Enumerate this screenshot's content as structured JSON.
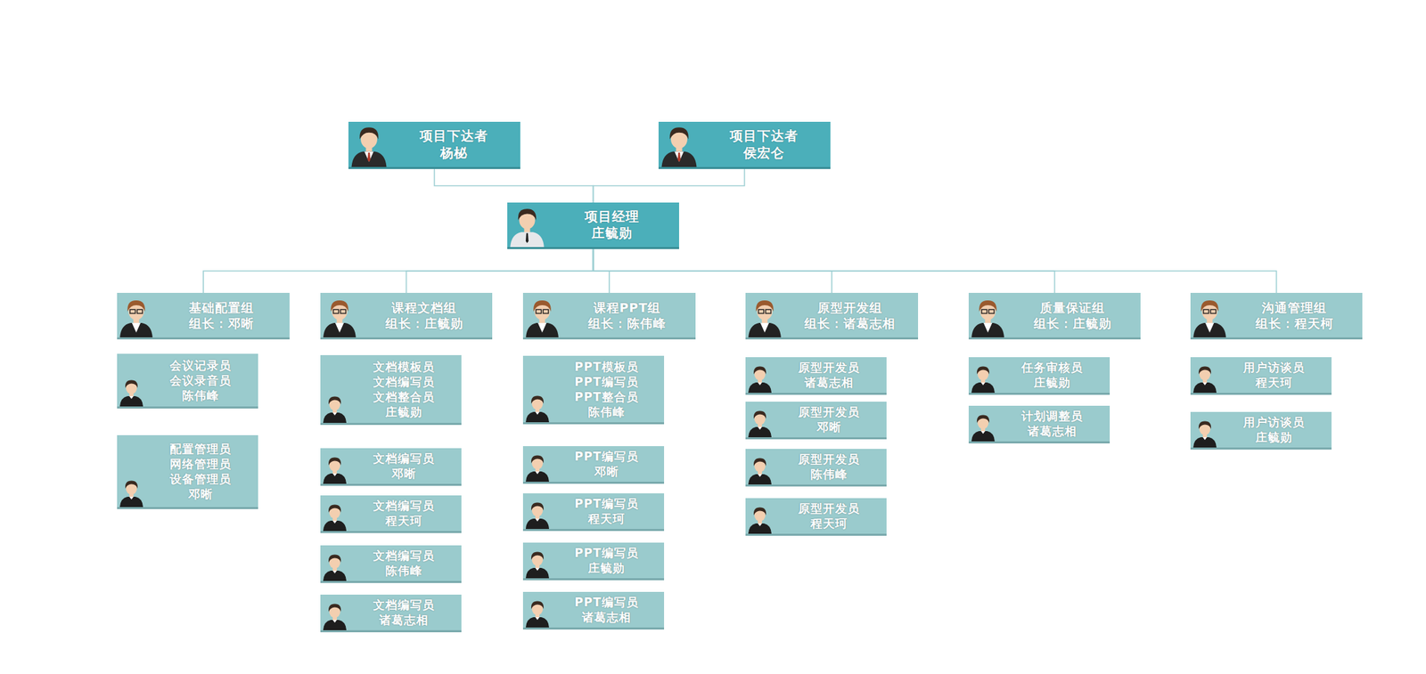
{
  "diagram": {
    "nodes": [
      {
        "text": [
          "项目下达者",
          "杨柲"
        ]
      },
      {
        "text": [
          "项目下达者",
          "侯宏仑"
        ]
      },
      {
        "text": [
          "项目经理",
          "庄毓勋"
        ]
      },
      {
        "text": [
          "基础配置组",
          "组长：邓晰"
        ]
      },
      {
        "text": [
          "课程文档组",
          "组长：庄毓勋"
        ]
      },
      {
        "text": [
          "课程PPT组",
          "组长：陈伟峰"
        ]
      },
      {
        "text": [
          "原型开发组",
          "组长：诸葛志相"
        ]
      },
      {
        "text": [
          "质量保证组",
          "组长：庄毓勋"
        ]
      },
      {
        "text": [
          "沟通管理组",
          "组长：程天柯"
        ]
      },
      {
        "text": [
          "会议记录员",
          "会议录音员",
          "陈伟峰"
        ]
      },
      {
        "text": [
          "配置管理员",
          "网络管理员",
          "设备管理员",
          "邓晰"
        ]
      },
      {
        "text": [
          "文档模板员",
          "文档编写员",
          "文档整合员",
          "庄毓勋"
        ]
      },
      {
        "text": [
          "文档编写员",
          "邓晰"
        ]
      },
      {
        "text": [
          "文档编写员",
          "程天珂"
        ]
      },
      {
        "text": [
          "文档编写员",
          "陈伟峰"
        ]
      },
      {
        "text": [
          "文档编写员",
          "诸葛志相"
        ]
      },
      {
        "text": [
          "PPT模板员",
          "PPT编写员",
          "PPT整合员",
          "陈伟峰"
        ]
      },
      {
        "text": [
          "PPT编写员",
          "邓晰"
        ]
      },
      {
        "text": [
          "PPT编写员",
          "程天珂"
        ]
      },
      {
        "text": [
          "PPT编写员",
          "庄毓勋"
        ]
      },
      {
        "text": [
          "PPT编写员",
          "诸葛志相"
        ]
      },
      {
        "text": [
          "原型开发员",
          "诸葛志相"
        ]
      },
      {
        "text": [
          "原型开发员",
          "邓晰"
        ]
      },
      {
        "text": [
          "原型开发员",
          "陈伟峰"
        ]
      },
      {
        "text": [
          "原型开发员",
          "程天珂"
        ]
      },
      {
        "text": [
          "任务审核员",
          "庄毓勋"
        ]
      },
      {
        "text": [
          "计划调整员",
          "诸葛志相"
        ]
      },
      {
        "text": [
          "用户访谈员",
          "程天珂"
        ]
      },
      {
        "text": [
          "用户访谈员",
          "庄毓勋"
        ]
      }
    ],
    "edges": [
      {
        "from": 0,
        "to": 2,
        "arrow": "none"
      },
      {
        "from": 1,
        "to": 2,
        "arrow": "none"
      },
      {
        "from": 2,
        "to": 3,
        "arrow": "none"
      },
      {
        "from": 2,
        "to": 4,
        "arrow": "none"
      },
      {
        "from": 2,
        "to": 5,
        "arrow": "none"
      },
      {
        "from": 2,
        "to": 6,
        "arrow": "none"
      },
      {
        "from": 2,
        "to": 7,
        "arrow": "none"
      },
      {
        "from": 2,
        "to": 8,
        "arrow": "none"
      }
    ]
  }
}
